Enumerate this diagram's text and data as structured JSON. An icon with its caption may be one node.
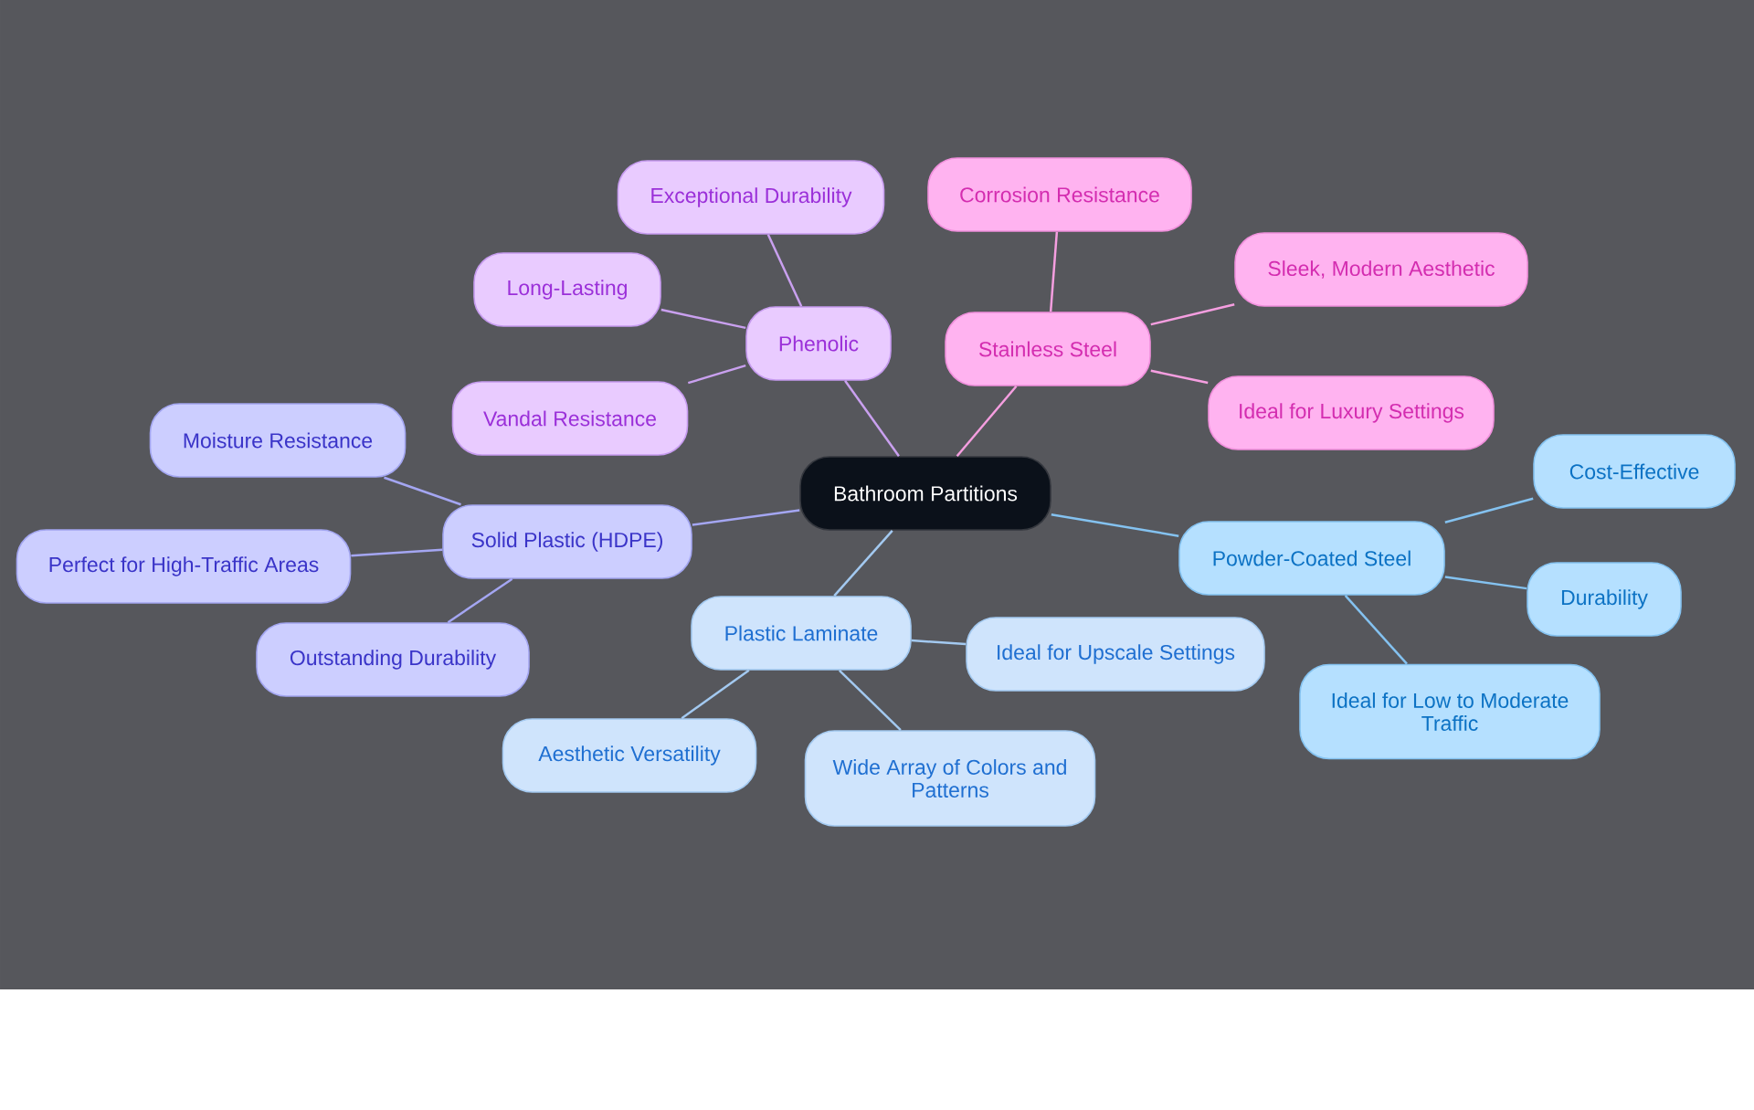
{
  "diagram": {
    "nodes": [
      {
        "text": [
          "Bathroom Partitions"
        ]
      },
      {
        "text": [
          "Phenolic"
        ]
      },
      {
        "text": [
          "Exceptional Durability"
        ]
      },
      {
        "text": [
          "Long-Lasting"
        ]
      },
      {
        "text": [
          "Vandal Resistance"
        ]
      },
      {
        "text": [
          "Stainless Steel"
        ]
      },
      {
        "text": [
          "Corrosion Resistance"
        ]
      },
      {
        "text": [
          "Sleek, Modern Aesthetic"
        ]
      },
      {
        "text": [
          "Ideal for Luxury Settings"
        ]
      },
      {
        "text": [
          "Solid Plastic (HDPE)"
        ]
      },
      {
        "text": [
          "Moisture Resistance"
        ]
      },
      {
        "text": [
          "Perfect for High-Traffic Areas"
        ]
      },
      {
        "text": [
          "Outstanding Durability"
        ]
      },
      {
        "text": [
          "Plastic Laminate"
        ]
      },
      {
        "text": [
          "Ideal for Upscale Settings"
        ]
      },
      {
        "text": [
          "Aesthetic Versatility"
        ]
      },
      {
        "text": [
          "Wide Array of Colors and Patterns"
        ]
      },
      {
        "text": [
          "Powder-Coated Steel"
        ]
      },
      {
        "text": [
          "Cost-Effective"
        ]
      },
      {
        "text": [
          "Durability"
        ]
      },
      {
        "text": [
          "Ideal for Low to Moderate Traffic"
        ]
      }
    ],
    "edges": [
      {
        "from": 0,
        "to": 1,
        "arrow": "none",
        "color": "#c9a0ef"
      },
      {
        "from": 1,
        "to": 2,
        "arrow": "none",
        "color": "#c9a0ef"
      },
      {
        "from": 1,
        "to": 3,
        "arrow": "none",
        "color": "#c9a0ef"
      },
      {
        "from": 1,
        "to": 4,
        "arrow": "none",
        "color": "#c9a0ef"
      },
      {
        "from": 0,
        "to": 5,
        "arrow": "none",
        "color": "#f59ee0"
      },
      {
        "from": 5,
        "to": 6,
        "arrow": "none",
        "color": "#f59ee0"
      },
      {
        "from": 5,
        "to": 7,
        "arrow": "none",
        "color": "#f59ee0"
      },
      {
        "from": 5,
        "to": 8,
        "arrow": "none",
        "color": "#f59ee0"
      },
      {
        "from": 0,
        "to": 9,
        "arrow": "none",
        "color": "#a4a6f2"
      },
      {
        "from": 9,
        "to": 10,
        "arrow": "none",
        "color": "#a4a6f2"
      },
      {
        "from": 9,
        "to": 11,
        "arrow": "none",
        "color": "#a4a6f2"
      },
      {
        "from": 9,
        "to": 12,
        "arrow": "none",
        "color": "#a4a6f2"
      },
      {
        "from": 0,
        "to": 13,
        "arrow": "none",
        "color": "#a3c9f0"
      },
      {
        "from": 13,
        "to": 14,
        "arrow": "none",
        "color": "#a3c9f0"
      },
      {
        "from": 13,
        "to": 15,
        "arrow": "none",
        "color": "#a3c9f0"
      },
      {
        "from": 13,
        "to": 16,
        "arrow": "none",
        "color": "#a3c9f0"
      },
      {
        "from": 0,
        "to": 17,
        "arrow": "none",
        "color": "#84c2f0"
      },
      {
        "from": 17,
        "to": 18,
        "arrow": "none",
        "color": "#84c2f0"
      },
      {
        "from": 17,
        "to": 19,
        "arrow": "none",
        "color": "#84c2f0"
      },
      {
        "from": 17,
        "to": 20,
        "arrow": "none",
        "color": "#84c2f0"
      }
    ]
  }
}
